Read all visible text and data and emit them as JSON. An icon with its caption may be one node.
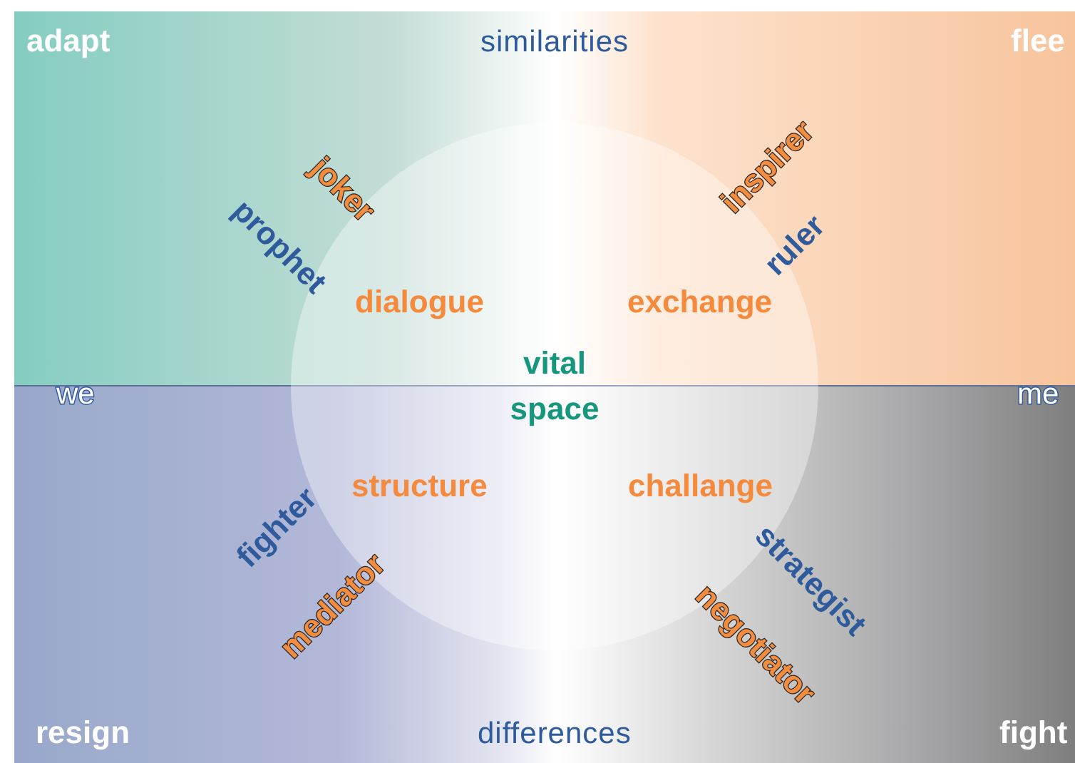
{
  "diagram": {
    "nodes": [
      {
        "text": [
          "vital space"
        ]
      }
    ],
    "labels": [
      "adapt",
      "similarities",
      "flee",
      "joker",
      "inspirer",
      "prophet",
      "ruler",
      "dialogue",
      "exchange",
      "we",
      "me",
      "structure",
      "challange",
      "fighter",
      "mediator",
      "strategist",
      "negotiator",
      "resign",
      "differences",
      "fight"
    ]
  }
}
